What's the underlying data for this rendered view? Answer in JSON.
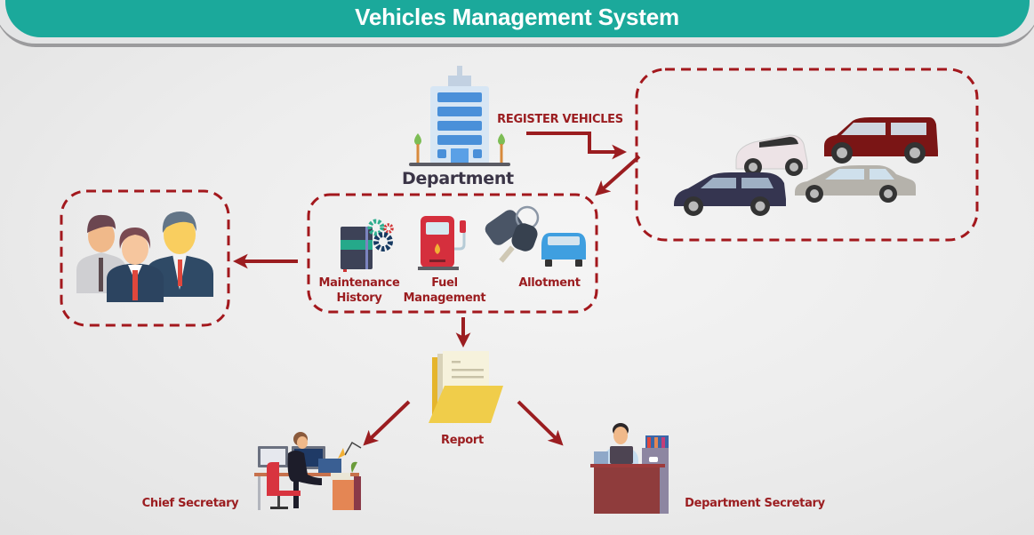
{
  "header": {
    "title": "Vehicles Management System"
  },
  "nodes": {
    "department": {
      "label": "Department",
      "icon": "building-icon"
    },
    "register_edge": {
      "label": "REGISTER VEHICLES"
    },
    "vehicles": {
      "icon": "cars-icon"
    },
    "modules": [
      {
        "label_line1": "Maintenance",
        "label_line2": "History",
        "icon": "maintenance-book-gears-icon"
      },
      {
        "label_line1": "Fuel",
        "label_line2": "Management",
        "icon": "fuel-pump-icon"
      },
      {
        "label_line1": "Allotment",
        "label_line2": "",
        "icon": "keys-car-icon"
      }
    ],
    "users": {
      "icon": "users-group-icon"
    },
    "report": {
      "label": "Report",
      "icon": "report-folder-icon"
    },
    "chief_secretary": {
      "label": "Chief  Secretary",
      "icon": "chief-secretary-desk-icon"
    },
    "department_secretary": {
      "label": "Department  Secretary",
      "icon": "department-secretary-desk-icon"
    }
  },
  "colors": {
    "header": "#1ba99b",
    "accent": "#9b1d20",
    "dashed_border": "#a3181d",
    "label_dark": "#3b3547"
  }
}
